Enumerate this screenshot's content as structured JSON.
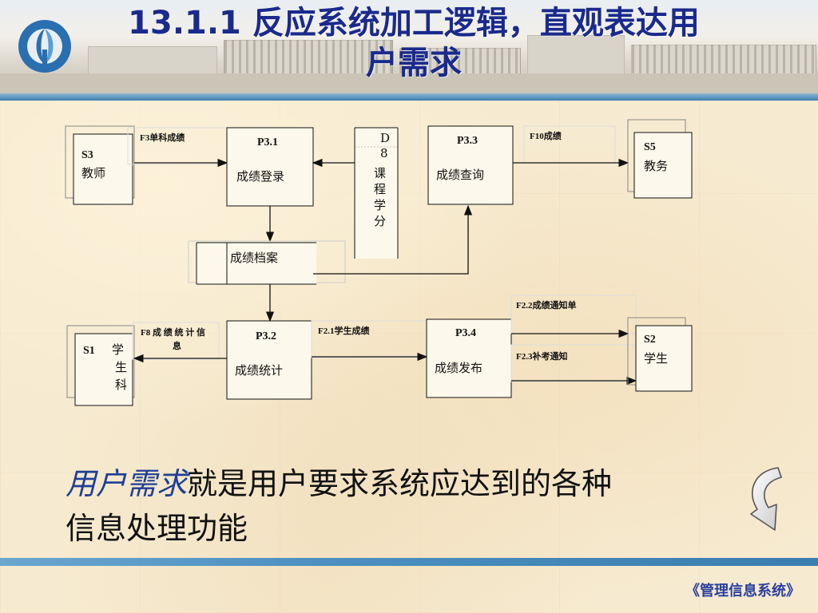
{
  "header": {
    "title_line1": "13.1.1 反应系统加工逻辑，直观表达用",
    "title_line2": "户需求"
  },
  "diagram": {
    "external_entities": {
      "s3": {
        "id": "S3",
        "name": "教师"
      },
      "s5": {
        "id": "S5",
        "name": "教务"
      },
      "s1": {
        "id": "S1",
        "name_chars": [
          "学",
          "生",
          "科"
        ]
      },
      "s2": {
        "id": "S2",
        "name": "学生"
      }
    },
    "processes": {
      "p31": {
        "id": "P3.1",
        "name": "成绩登录"
      },
      "p33": {
        "id": "P3.3",
        "name": "成绩查询"
      },
      "p32": {
        "id": "P3.2",
        "name": "成绩统计"
      },
      "p34": {
        "id": "P3.4",
        "name": "成绩发布"
      }
    },
    "data_stores": {
      "d8": {
        "id_chars": [
          "D",
          "8"
        ],
        "name_chars": [
          "课",
          "程",
          "学",
          "分"
        ]
      },
      "archive": {
        "name": "成绩档案"
      }
    },
    "flows": {
      "f3": "F3单科成绩",
      "f10": "F10成绩",
      "f8_line1": "F8 成 绩 统 计 信",
      "f8_line2": "息",
      "f21": "F2.1学生成绩",
      "f22": "F2.2成绩通知单",
      "f23": "F2.3补考通知"
    }
  },
  "caption": {
    "highlight": "用户需求",
    "rest_line1": "就是用户要求系统应达到的各种",
    "line2": "信息处理功能"
  },
  "footer": {
    "book_title": "《管理信息系统》"
  },
  "colors": {
    "title": "#1a2a8c",
    "highlight": "#1f3f95",
    "footer_bar": "#4c8fc0",
    "logo": "#2a6fb0"
  }
}
